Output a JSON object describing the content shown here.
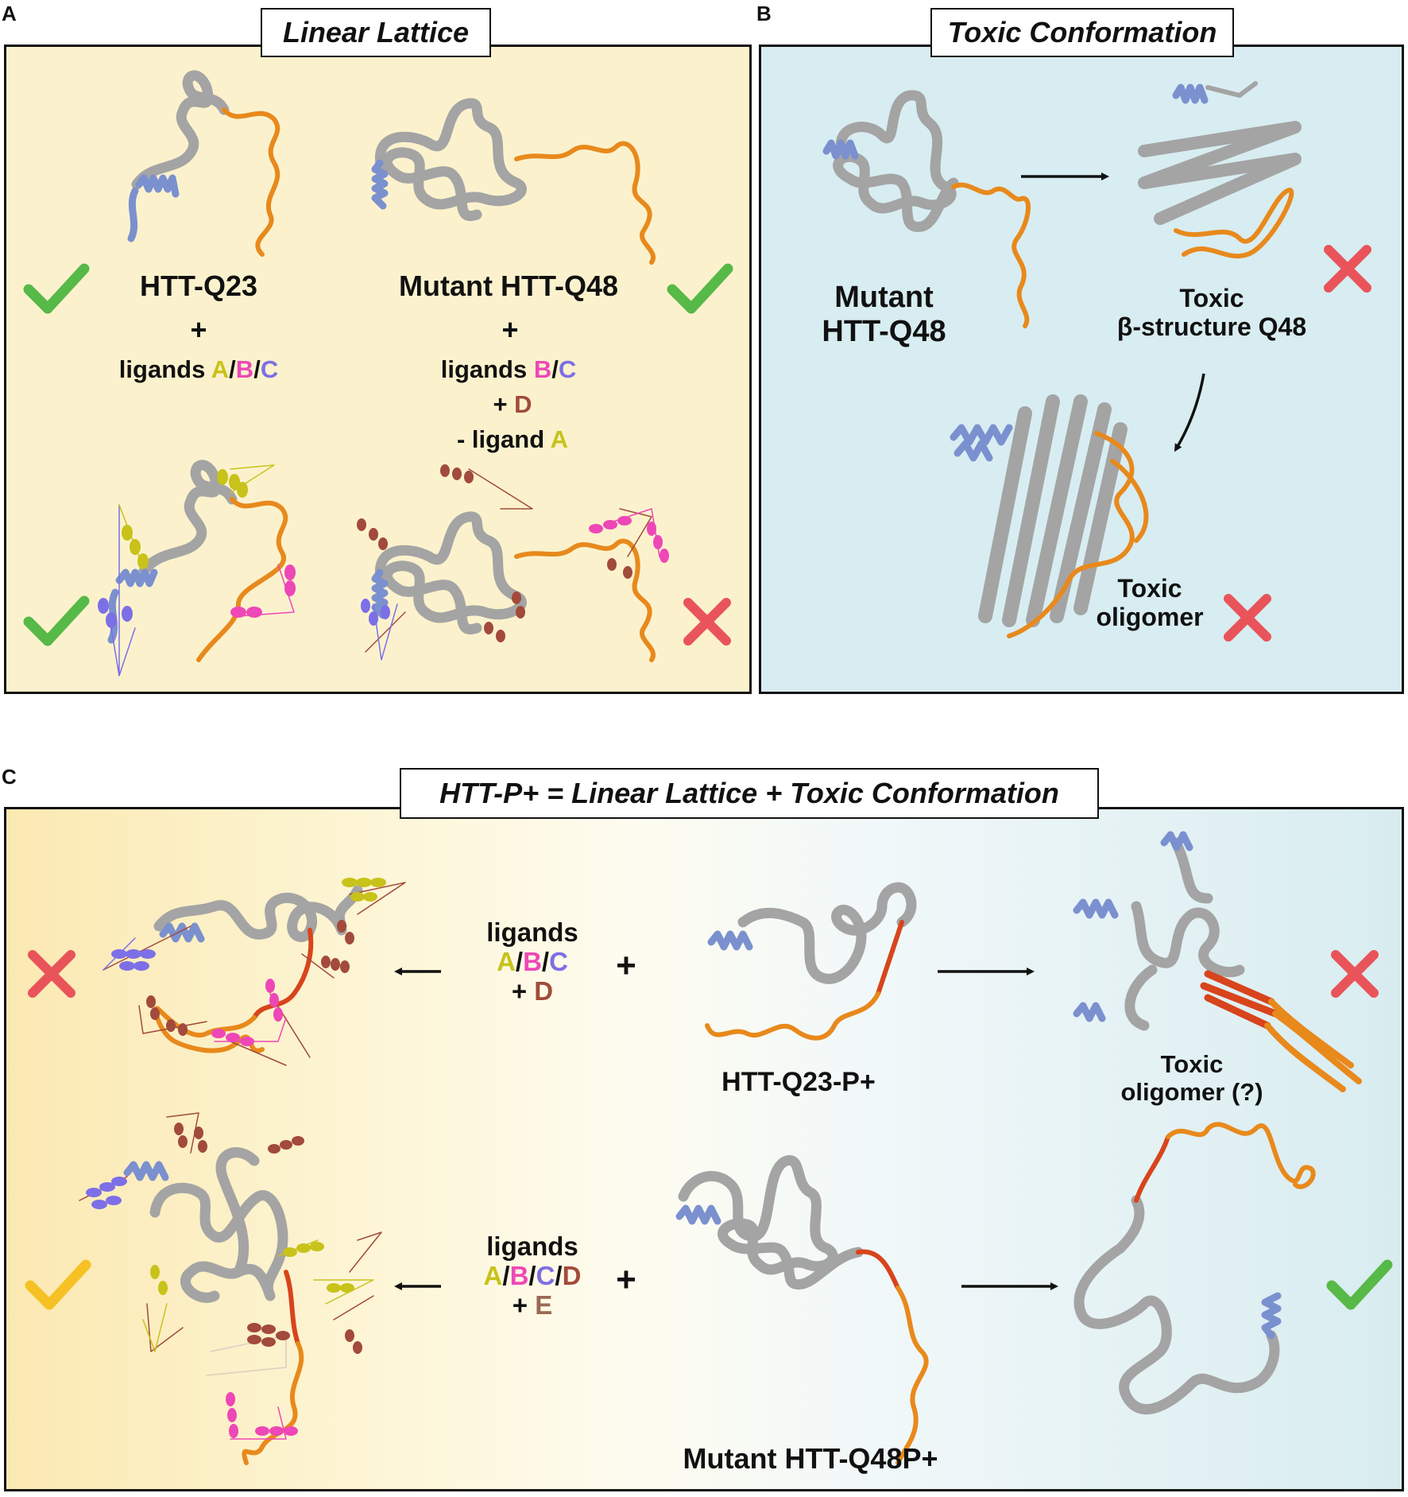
{
  "panels": {
    "a": {
      "letter": "A",
      "title": "Linear Lattice",
      "bg": "#fbf2cd",
      "left_protein": "HTT-Q23",
      "left_plus": "+",
      "left_ligands_prefix": "ligands ",
      "left_ligands": [
        "A",
        "/",
        "B",
        "/",
        "C"
      ],
      "right_protein": "Mutant HTT-Q48",
      "right_plus": "+",
      "right_ligands_prefix": "ligands ",
      "right_ligands": [
        "B",
        "/",
        "C"
      ],
      "right_plus_d": "+ ",
      "right_d": "D",
      "right_minus": "- ligand ",
      "right_minus_ligand": "A"
    },
    "b": {
      "letter": "B",
      "title": "Toxic Conformation",
      "bg": "#d8edf1",
      "mutant_line1": "Mutant",
      "mutant_line2": "HTT-Q48",
      "toxic_line1": "Toxic",
      "toxic_line2": "β-structure Q48",
      "oligomer_line1": "Toxic",
      "oligomer_line2": "oligomer"
    },
    "c": {
      "letter": "C",
      "title": "HTT-P+ = Linear Lattice + Toxic Conformation",
      "top_ligands_label": "ligands",
      "top_ligands": [
        "A",
        "/",
        "B",
        "/",
        "C"
      ],
      "top_plus_d": "+ ",
      "top_d": "D",
      "top_protein": "HTT-Q23-P+",
      "top_oligomer_line1": "Toxic",
      "top_oligomer_line2": "oligomer (?)",
      "bottom_ligands_label": "ligands",
      "bottom_ligands": [
        "A",
        "/",
        "B",
        "/",
        "C",
        "/",
        "D"
      ],
      "bottom_plus_e": "+ ",
      "bottom_e": "E",
      "bottom_protein": "Mutant HTT-Q48P+",
      "plus": "+"
    }
  },
  "colors": {
    "check_green": "#57b947",
    "check_yellow": "#f6c124",
    "cross_red": "#e9545a",
    "chain_gray": "#a4a4a4",
    "helix_blue": "#7b90cf",
    "polyq_orange": "#e8891c",
    "polyq_red": "#d8441c",
    "ligand_a": "#c8c21a",
    "ligand_b": "#ee47b7",
    "ligand_c": "#7d6fe6",
    "ligand_d": "#a24a3b"
  },
  "icons": [
    "check-icon",
    "cross-icon",
    "arrow-right-icon",
    "arrow-left-icon",
    "arrow-down-icon",
    "protein-chain-icon",
    "ligand-icon"
  ]
}
